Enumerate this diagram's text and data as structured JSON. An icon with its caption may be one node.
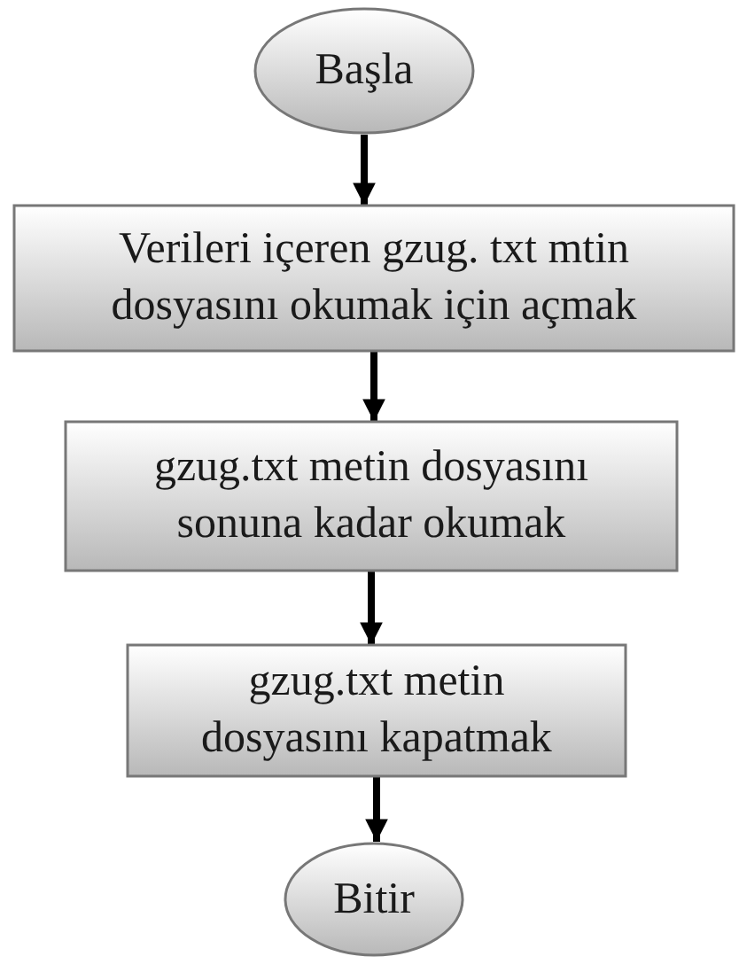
{
  "diagram": {
    "nodes": [
      {
        "text": [
          "Başla"
        ]
      },
      {
        "text": [
          "Verileri içeren gzug. txt mtin dosyasını okumak için açmak"
        ]
      },
      {
        "text": [
          "gzug.txt metin dosyasını sonuna kadar okumak"
        ]
      },
      {
        "text": [
          "gzug.txt metin dosyasını kapatmak"
        ]
      },
      {
        "text": [
          "Bitir"
        ]
      }
    ],
    "edges": [
      {
        "from": 0,
        "to": 1,
        "arrow": "to"
      },
      {
        "from": 1,
        "to": 2,
        "arrow": "to"
      },
      {
        "from": 2,
        "to": 3,
        "arrow": "to"
      },
      {
        "from": 3,
        "to": 4,
        "arrow": "to"
      }
    ]
  }
}
